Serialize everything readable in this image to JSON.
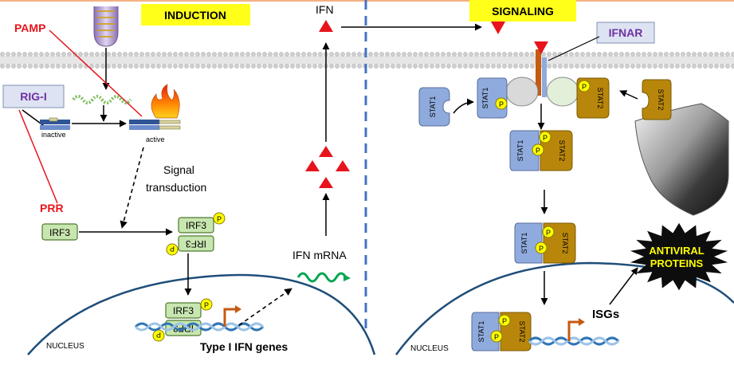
{
  "headers": {
    "induction": "INDUCTION",
    "signaling": "SIGNALING"
  },
  "labels": {
    "pamp": "PAMP",
    "rig_i": "RIG-I",
    "prr": "PRR",
    "inactive": "inactive",
    "active": "active",
    "signal_transduction_line1": "Signal",
    "signal_transduction_line2": "transduction",
    "irf3": "IRF3",
    "irf3_mirrored": "IRF3",
    "phospho": "P",
    "ifn": "IFN",
    "ifn_mrna": "IFN mRNA",
    "type1_ifn_genes": "Type I IFN genes",
    "nucleus": "NUCLEUS",
    "ifnar": "IFNAR",
    "stat1": "STAT1",
    "stat2": "STAT2",
    "isgs": "ISGs",
    "antiviral_line1": "ANTIVIRAL",
    "antiviral_line2": "PROTEINS"
  },
  "colors": {
    "header_bg": "#ffff1a",
    "red": "#e8141c",
    "rig_box_bg": "#dde3f3",
    "rig_text": "#7030a0",
    "irf_fill": "#c8e6b0",
    "irf_stroke": "#4e7a2f",
    "phospho_fill": "#ffff00",
    "stat1_fill": "#8faadc",
    "stat2_fill": "#b8860b",
    "nucleus_stroke": "#1f4e79",
    "divider": "#4472c4",
    "dna_a": "#2f75b5",
    "dna_b": "#9dc3e6",
    "mrna": "#00a651",
    "promoter": "#c55a11",
    "burst_fill": "#0d0d0d",
    "burst_text": "#ffff00"
  },
  "icons": [
    "bacterium-icon",
    "viral-rna-icon",
    "fire-icon",
    "shield-icon",
    "membrane-icon",
    "dna-icon",
    "promoter-arrow-icon",
    "ifn-triangle-icon"
  ]
}
